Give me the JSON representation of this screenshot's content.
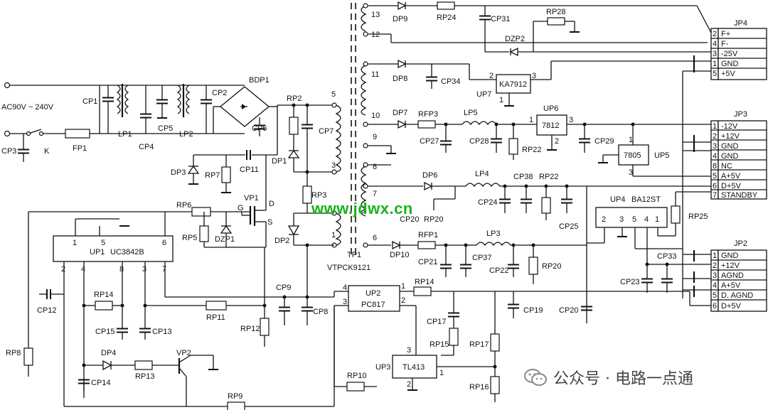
{
  "input": {
    "label": "AC90V ~ 240V"
  },
  "components": {
    "CP1": "CP1",
    "LP1": "LP1",
    "CP4": "CP4",
    "CP5": "CP5",
    "LP2": "LP2",
    "CP2": "CP2",
    "BDP1": "BDP1",
    "CP6": "CP6",
    "CP3": "CP3",
    "K": "K",
    "FP1": "FP1",
    "RP2": "RP2",
    "CP7": "CP7",
    "DP1": "DP1",
    "CP11": "CP11",
    "DP3": "DP3",
    "RP7": "RP7",
    "VP1": "VP1",
    "RP6": "RP6",
    "RP5": "RP5",
    "DZP1": "DZP1",
    "RP3": "RP3",
    "DP2": "DP2",
    "UP1": "UP1",
    "UC3842B": "UC3842B",
    "CP12": "CP12",
    "RP14a": "RP14",
    "CP15": "CP15",
    "CP13": "CP13",
    "RP11": "RP11",
    "RP12": "RP12",
    "CP9": "CP9",
    "CP8": "CP8",
    "RP8": "RP8",
    "DP4": "DP4",
    "RP13": "RP13",
    "VP2": "VP2",
    "CP14": "CP14",
    "RP9": "RP9",
    "RP10": "RP10",
    "UP2": "UP2",
    "PC817": "PC817",
    "RP14b": "RP14",
    "CP17": "CP17",
    "RP15": "RP15",
    "UP3": "UP3",
    "TL413": "TL413",
    "RP17": "RP17",
    "RP16": "RP16",
    "CP19": "CP19",
    "CP20": "CP20",
    "TP1": "TP1",
    "VTPCK9121": "VTPCK9121",
    "DP9": "DP9",
    "RP24": "RP24",
    "CP31": "CP31",
    "RP28": "RP28",
    "DZP2": "DZP2",
    "DP8": "DP8",
    "CP34": "CP34",
    "UP7": "UP7",
    "KA7912": "KA7912",
    "DP7": "DP7",
    "RFP3": "RFP3",
    "LP5": "LP5",
    "CP27": "CP27",
    "CP28": "CP28",
    "RP22a": "RP22",
    "UP6": "UP6",
    "IC7812": "7812",
    "CP29": "CP29",
    "IC7805": "7805",
    "UP5": "UP5",
    "DP6": "DP6",
    "LP4": "LP4",
    "CP38": "CP38",
    "RP22b": "RP22",
    "CP24": "CP24",
    "CP20b": "CP20",
    "RP20a": "RP20",
    "CP25": "CP25",
    "UP4": "UP4",
    "BA12ST": "BA12ST",
    "RP25": "RP25",
    "DP10": "DP10",
    "RFP1": "RFP1",
    "LP3": "LP3",
    "CP21": "CP21",
    "CP37": "CP37",
    "CP22": "CP22",
    "RP20b": "RP20",
    "CP23": "CP23",
    "CP33": "CP33"
  },
  "pins": {
    "t13": "13",
    "t12": "12",
    "t11": "11",
    "t10": "10",
    "t9": "9",
    "t8": "8",
    "t7": "7",
    "t6": "6",
    "t5": "5",
    "t3": "3",
    "t1": "1",
    "up1_1": "1",
    "up1_5": "5",
    "up1_6": "6",
    "up1_2": "2",
    "up1_4": "4",
    "up1_8": "8",
    "up1_3": "3",
    "up1_7": "7",
    "vp1_g": "G",
    "vp1_d": "D",
    "vp1_s": "S",
    "up2_4": "4",
    "up2_3": "3",
    "up2_1": "1",
    "up2_2": "2",
    "up3_3": "3",
    "up3_1": "1",
    "up3_2": "2",
    "up7_2": "2",
    "up7_3": "3",
    "up7_1": "1",
    "up6_1": "1",
    "up6_3": "3",
    "up6_2": "2",
    "up5_1": "1",
    "up5_3": "3",
    "up4_2": "2",
    "up4_3": "3",
    "up4_5": "5",
    "up4_4": "4",
    "up4_1": "1"
  },
  "jp4": {
    "name": "JP4",
    "rows": [
      {
        "pin": "2",
        "label": "F+"
      },
      {
        "pin": "4",
        "label": "F-"
      },
      {
        "pin": "3",
        "label": "-25V"
      },
      {
        "pin": "1",
        "label": "GND"
      },
      {
        "pin": "5",
        "label": "+5V"
      }
    ]
  },
  "jp3": {
    "name": "JP3",
    "rows": [
      {
        "pin": "1",
        "label": "-12V"
      },
      {
        "pin": "2",
        "label": "+12V"
      },
      {
        "pin": "3",
        "label": "GND"
      },
      {
        "pin": "4",
        "label": "GND"
      },
      {
        "pin": "8",
        "label": "NC"
      },
      {
        "pin": "5",
        "label": "A+5V"
      },
      {
        "pin": "6",
        "label": "D+5V"
      },
      {
        "pin": "7",
        "label": "STANDBY"
      }
    ]
  },
  "jp2": {
    "name": "JP2",
    "rows": [
      {
        "pin": "1",
        "label": "GND"
      },
      {
        "pin": "2",
        "label": "+12V"
      },
      {
        "pin": "3",
        "label": "AGND"
      },
      {
        "pin": "4",
        "label": "A+5V"
      },
      {
        "pin": "5",
        "label": "D. AGND"
      },
      {
        "pin": "6",
        "label": "D+5V"
      }
    ]
  },
  "watermark": {
    "text": "www.jdwx.cn"
  },
  "brand": {
    "text": "公众号 · 电路一点通"
  },
  "colors": {
    "ink": "#111111",
    "watermark": "#17b31b",
    "brand_text": "#444444"
  }
}
